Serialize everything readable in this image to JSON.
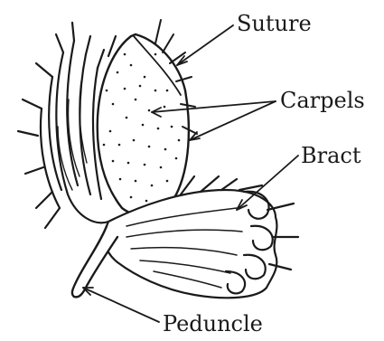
{
  "labels": {
    "suture": "Suture",
    "carpels": "Carpels",
    "bract": "Bract",
    "peduncle": "Peduncle"
  },
  "colors": {
    "ink": "#1a1a1a",
    "background": "#ffffff"
  }
}
